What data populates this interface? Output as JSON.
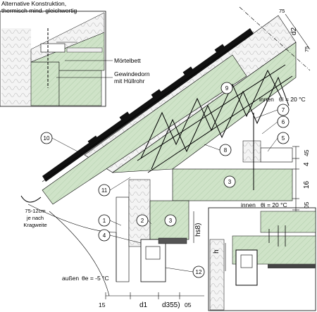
{
  "inset": {
    "title_line1": "Alternative Konstruktion,",
    "title_line2": "thermisch mind. gleichwertig",
    "label_mortar": "Mörtelbett",
    "label_dowel_line1": "Gewindedorn",
    "label_dowel_line2": "mit Hüllrohr"
  },
  "temperatures": {
    "inside_top_word": "innen",
    "inside_top_value": "θi = 20 °C",
    "inside_mid_word": "innen",
    "inside_mid_value": "θi = 20 °C",
    "outside_word": "außen",
    "outside_value": "θe = -5 °C"
  },
  "eave_note": {
    "line1": "75-12cm",
    "line2": "je nach",
    "line3": "Kragweite"
  },
  "callouts": [
    "1",
    "2",
    "3",
    "3",
    "4",
    "5",
    "6",
    "7",
    "8",
    "9",
    "10",
    "11",
    "12"
  ],
  "dimensions": {
    "d2": "d2",
    "top_75a": "75",
    "top_75b": "75",
    "right_45a": "45",
    "right_4": "4",
    "right_16": "16",
    "right_05": "05",
    "hs": "hs8)",
    "h": "h",
    "bottom_15": "15",
    "bottom_d1": "d1",
    "bottom_d3": "d355)",
    "bottom_05": "05"
  },
  "colors": {
    "concrete": "#cfe3c8",
    "insulation": "#f2f2f2",
    "line": "#000000",
    "roof_black": "#111111"
  }
}
